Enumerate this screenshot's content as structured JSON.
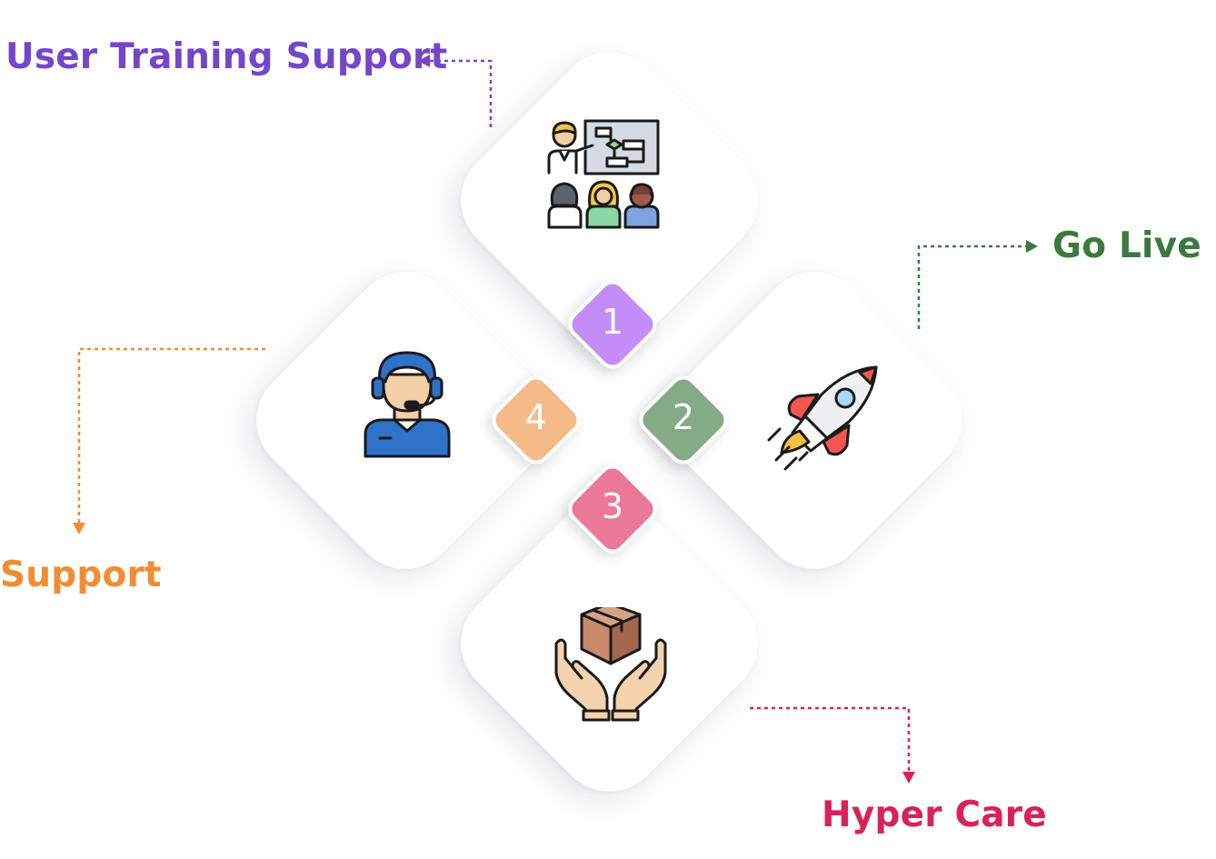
{
  "steps": [
    {
      "number": "1",
      "label": "User Training Support",
      "icon": "training-icon",
      "color": "#7546c9",
      "badge_color": "#c48cf8"
    },
    {
      "number": "2",
      "label": "Go Live",
      "icon": "rocket-icon",
      "color": "#3a7a3e",
      "badge_color": "#85aa86"
    },
    {
      "number": "3",
      "label": "Hyper Care",
      "icon": "care-box-icon",
      "color": "#d9225a",
      "badge_color": "#ea7898"
    },
    {
      "number": "4",
      "label": "Support",
      "icon": "headset-agent-icon",
      "color": "#f18c32",
      "badge_color": "#f4ba88"
    }
  ]
}
